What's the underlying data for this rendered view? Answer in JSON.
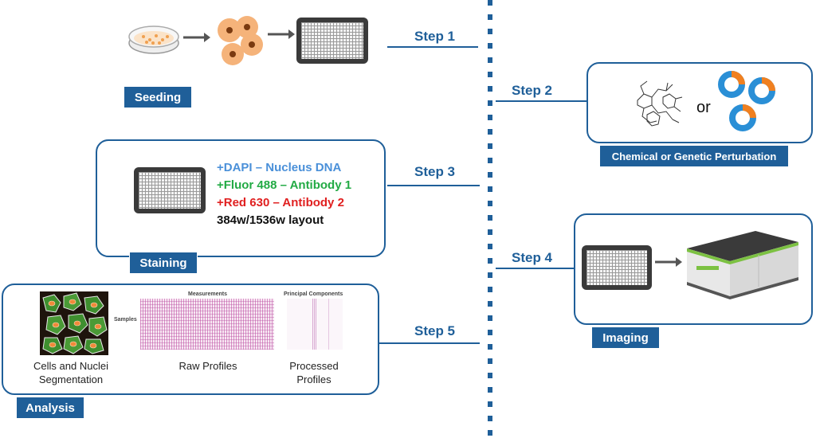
{
  "steps": {
    "step1": "Step 1",
    "step2": "Step 2",
    "step3": "Step 3",
    "step4": "Step 4",
    "step5": "Step 5"
  },
  "labels": {
    "seeding": "Seeding",
    "perturbation": "Chemical or Genetic  Perturbation",
    "staining": "Staining",
    "imaging": "Imaging",
    "analysis": "Analysis"
  },
  "perturbation": {
    "or_text": "or"
  },
  "staining": {
    "dapi": "+DAPI – Nucleus DNA",
    "fluor": "+Fluor 488 – Antibody 1",
    "red": "+Red 630 – Antibody 2",
    "layout": "384w/1536w layout"
  },
  "analysis": {
    "measurements_title": "Measurements",
    "samples_label": "Samples",
    "pc_title": "Principal Components",
    "cap_cells": "Cells and Nuclei Segmentation",
    "cap_raw": "Raw Profiles",
    "cap_processed": "Processed Profiles"
  },
  "colors": {
    "accent": "#1f5f99",
    "dapi": "#4a90d9",
    "fluor": "#22aa44",
    "red": "#e02020",
    "cell_orange": "#f5b37a"
  },
  "icons": [
    "petri-dish-icon",
    "cell-cluster-icon",
    "well-plate-icon",
    "molecule-icon",
    "plasmid-icon",
    "imaging-instrument-icon",
    "arrow-icon"
  ]
}
